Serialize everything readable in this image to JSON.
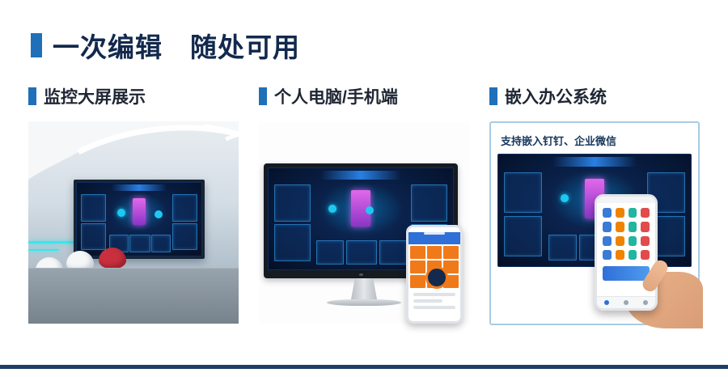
{
  "page": {
    "title": "一次编辑　随处可用"
  },
  "sections": [
    {
      "label": "监控大屏展示"
    },
    {
      "label": "个人电脑/手机端"
    },
    {
      "label": "嵌入办公系统",
      "note": "支持嵌入钉钉、企业微信"
    }
  ],
  "colors": {
    "accent": "#1f70b8",
    "title_text": "#12294d",
    "panel_border": "#a9cbe3",
    "footer_rule": "#1d3f66",
    "dashboard_bg": "#081c40"
  },
  "icons": [
    "accent-bar-icon",
    "dashboard-screen",
    "monitor",
    "smartphone",
    "hand-holding-phone"
  ]
}
